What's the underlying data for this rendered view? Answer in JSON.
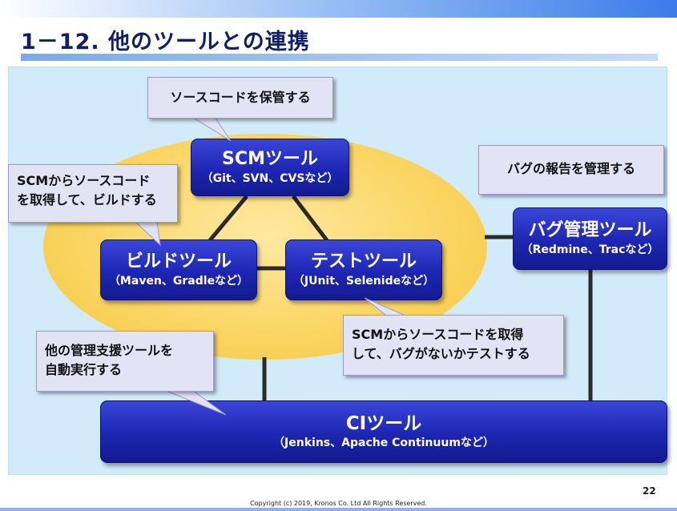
{
  "title": "1－12. 他のツールとの連携",
  "tools": {
    "scm": {
      "name": "SCMツール",
      "sub": "（Git、SVN、CVSなど）"
    },
    "build": {
      "name": "ビルドツール",
      "sub": "（Maven、Gradleなど）"
    },
    "test": {
      "name": "テストツール",
      "sub": "（JUnit、Selenideなど）"
    },
    "bug": {
      "name": "バグ管理ツール",
      "sub": "（Redmine、Tracなど）"
    },
    "ci": {
      "name": "CIツール",
      "sub": "（Jenkins、Apache Continuumなど）"
    }
  },
  "callouts": {
    "scm": [
      "ソースコードを保管する"
    ],
    "build": [
      "SCMからソースコード",
      "を取得して、ビルドする"
    ],
    "bug": [
      "バグの報告を管理する"
    ],
    "test": [
      "SCMからソースコードを取得",
      "して、バグがないかテストする"
    ],
    "ci": [
      "他の管理支援ツールを",
      "自動実行する"
    ]
  },
  "footer": {
    "page": "22",
    "copyright": "Copyright (c) 2019, Kronos Co. Ltd All Rights Reserved."
  }
}
